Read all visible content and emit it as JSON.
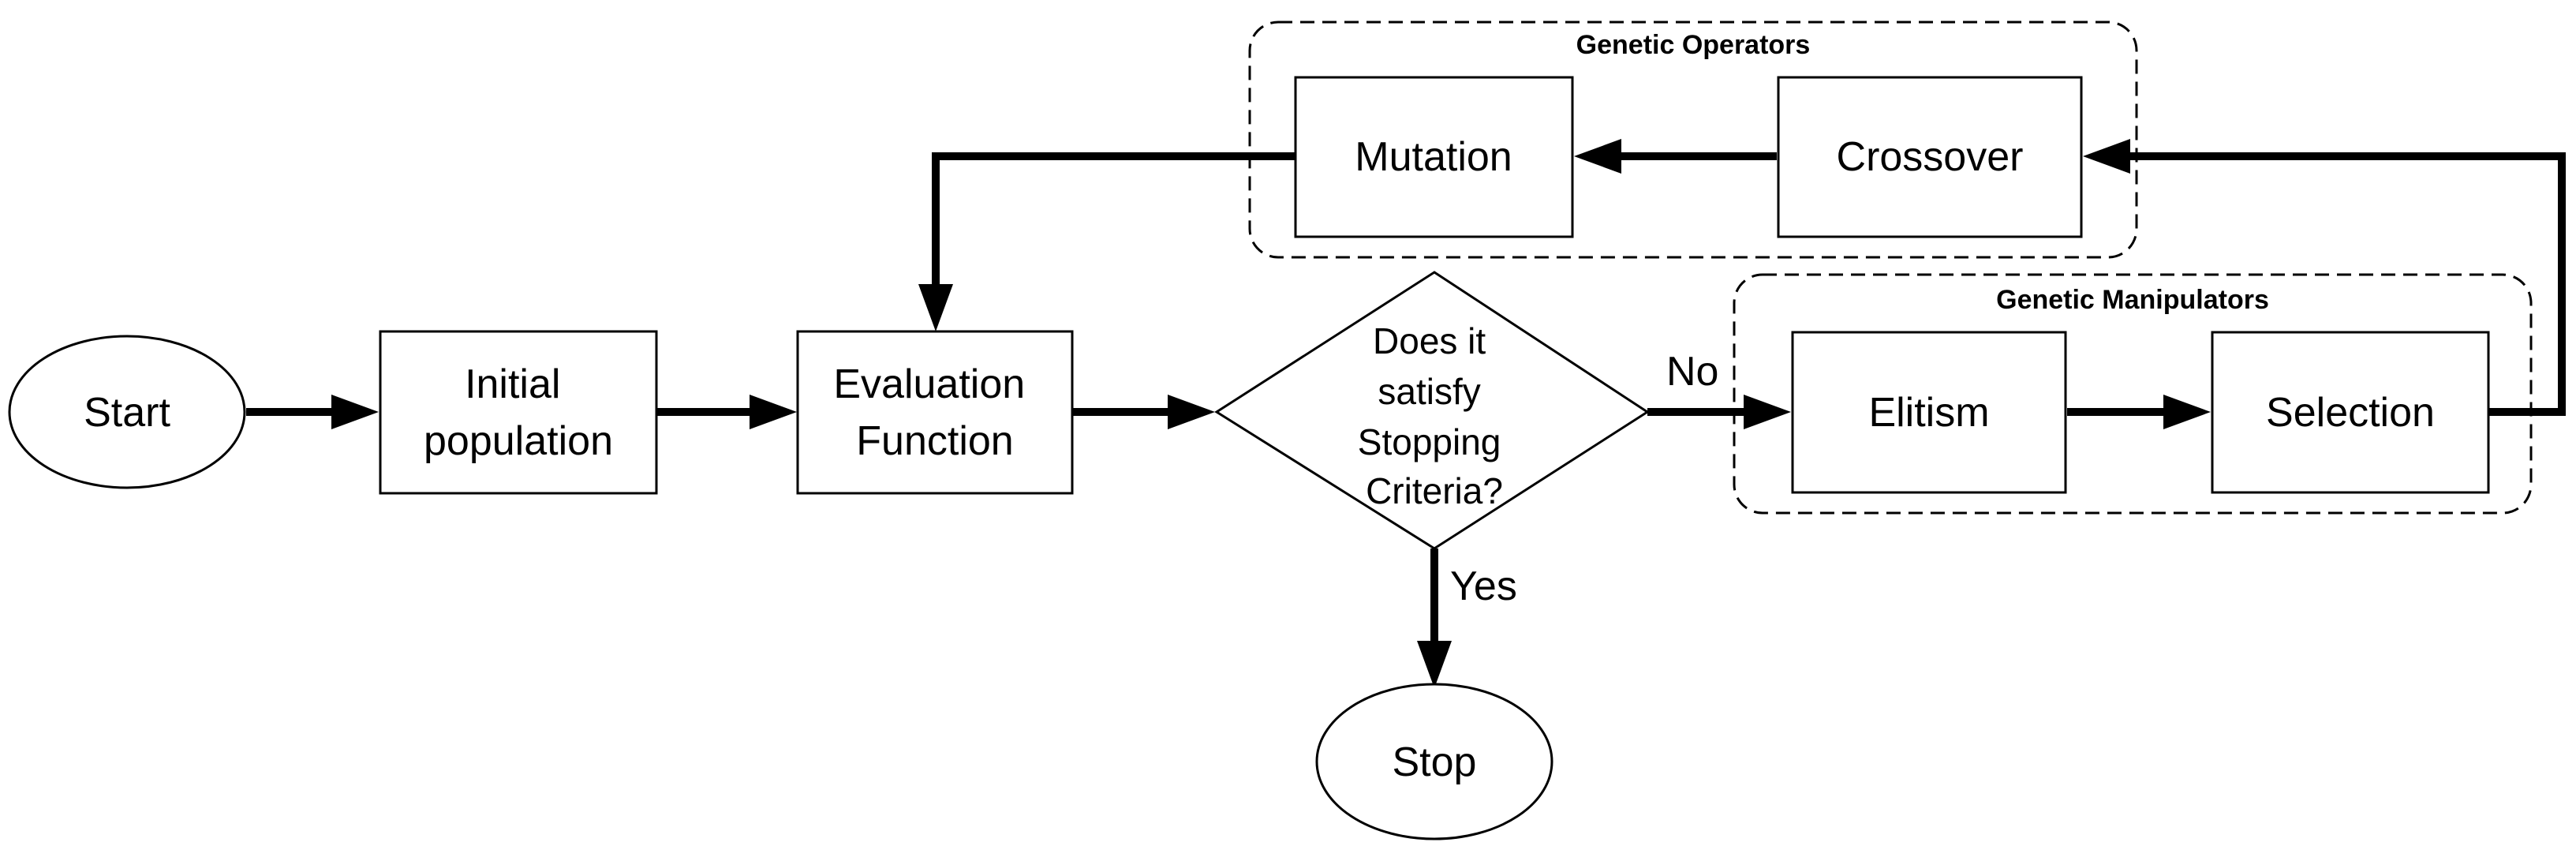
{
  "groups": {
    "genetic_operators": "Genetic Operators",
    "genetic_manipulators": "Genetic Manipulators"
  },
  "nodes": {
    "start": "Start",
    "initial_population": [
      "Initial",
      "population"
    ],
    "evaluation_function": [
      "Evaluation",
      "Function"
    ],
    "decision": [
      "Does it",
      "satisfy",
      "Stopping",
      "Criteria?"
    ],
    "elitism": "Elitism",
    "selection": "Selection",
    "crossover": "Crossover",
    "mutation": "Mutation",
    "stop": "Stop"
  },
  "edge_labels": {
    "no": "No",
    "yes": "Yes"
  }
}
